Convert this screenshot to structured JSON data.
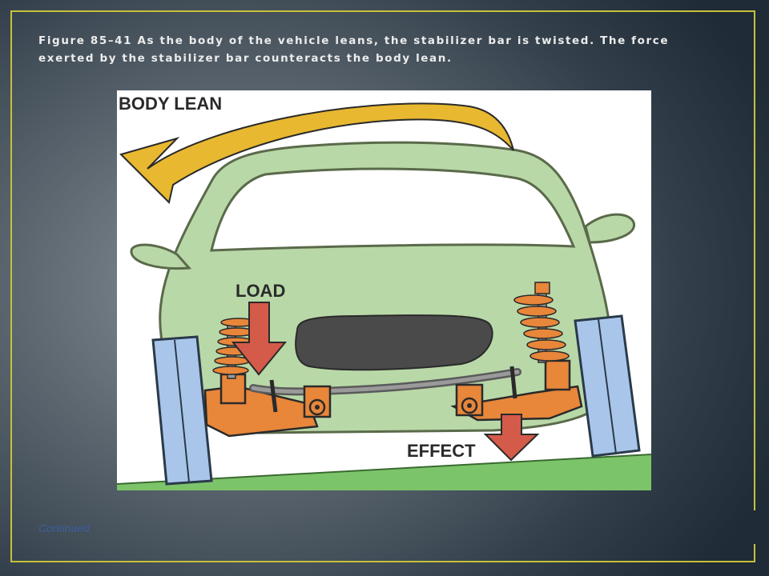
{
  "slide": {
    "caption": "Figure 85–41  As the body of the vehicle leans, the stabilizer bar is twisted. The force exerted by the stabilizer bar counteracts the body lean.",
    "footer_link": "Continued"
  },
  "diagram": {
    "label_body_lean": "BODY LEAN",
    "label_load": "LOAD",
    "label_effect": "EFFECT",
    "colors": {
      "car_body": "#b9d8a8",
      "car_outline": "#5a6a4a",
      "windshield": "#ffffff",
      "grille": "#4a4a4a",
      "tire": "#a9c6ea",
      "suspension": "#e8863a",
      "spring": "#e8863a",
      "stabilizer_bar": "#7a7a7a",
      "arrow_lean": "#e8b830",
      "arrow_force": "#d45a4a",
      "ground": "#7cc46a"
    }
  }
}
